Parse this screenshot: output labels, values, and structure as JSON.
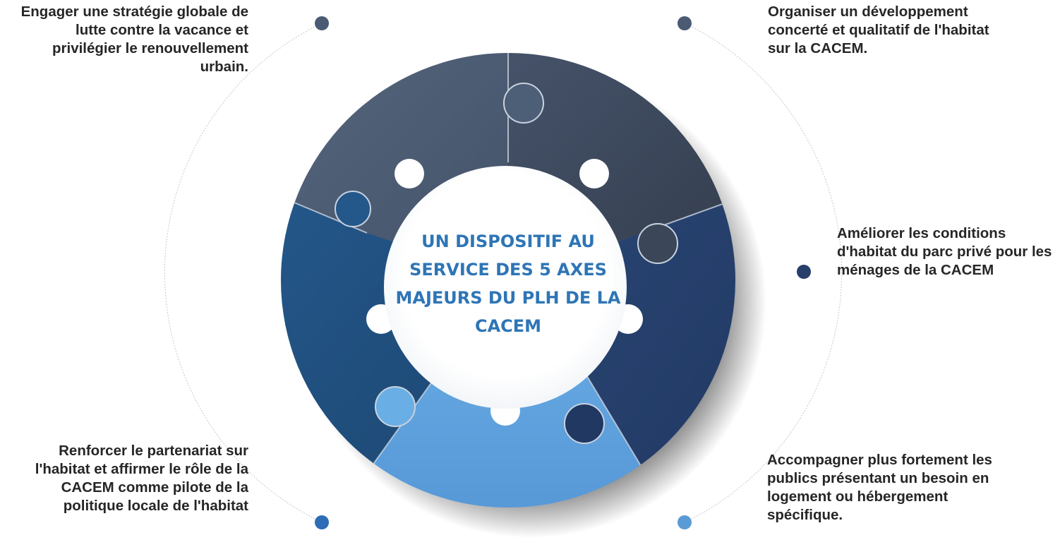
{
  "center": {
    "title": "UN DISPOSITIF AU SERVICE DES 5 AXES MAJEURS DU PLH DE LA CACEM"
  },
  "axes": [
    {
      "text": "Engager une stratégie globale de lutte contre la vacance et privilégier le renouvellement urbain.",
      "piece_color": "#4a5b73",
      "dot_color": "#4a5b73"
    },
    {
      "text": "Organiser un développement concerté et qualitatif de l'habitat sur la CACEM.",
      "piece_color": "#3b4759",
      "dot_color": "#4a5b73"
    },
    {
      "text": "Améliorer les conditions d'habitat du parc privé pour les ménages de la CACEM",
      "piece_color": "#263f6b",
      "dot_color": "#263f6b"
    },
    {
      "text": "Accompagner plus fortement les publics présentant un besoin en logement ou hébergement spécifique.",
      "piece_color": "#5fa3de",
      "dot_color": "#5b9bd5"
    },
    {
      "text": "Renforcer le partenariat sur l'habitat et affirmer le rôle de la CACEM comme pilote de la politique locale de l'habitat",
      "piece_color": "#204d7a",
      "dot_color": "#2e6db5"
    }
  ]
}
